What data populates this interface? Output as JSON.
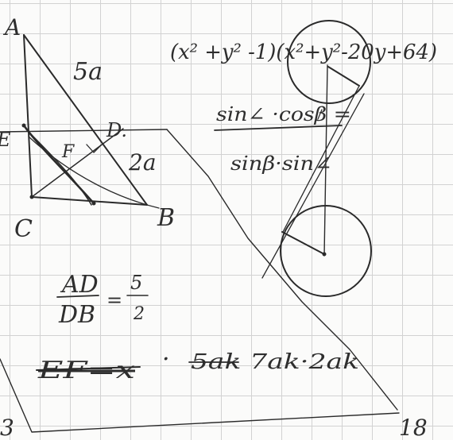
{
  "colors": {
    "ink": "#2a2a2a",
    "paper": "#fbfbfa",
    "grid": "#d2d2d2"
  },
  "geometry_labels": {
    "A": "A",
    "B": "B",
    "C": "C",
    "D": "D.",
    "E": "E",
    "F": "F",
    "side_AD": "5a",
    "side_DB": "2a"
  },
  "expression": "(x² +y² -1)(x²+y²-20y+64)",
  "trig": {
    "numerator": "sin∠ ·cosβ =",
    "denominator": "sinβ·sin∠"
  },
  "ratio": {
    "left_num": "AD",
    "left_den": "DB",
    "equals": "=",
    "right_num": "5",
    "right_den": "2"
  },
  "bottom_line": {
    "crossed": "EF=x",
    "dot": "·",
    "terms": "5ak 7ak·2ak"
  },
  "corner_numbers": {
    "left": "3",
    "right": "18"
  }
}
